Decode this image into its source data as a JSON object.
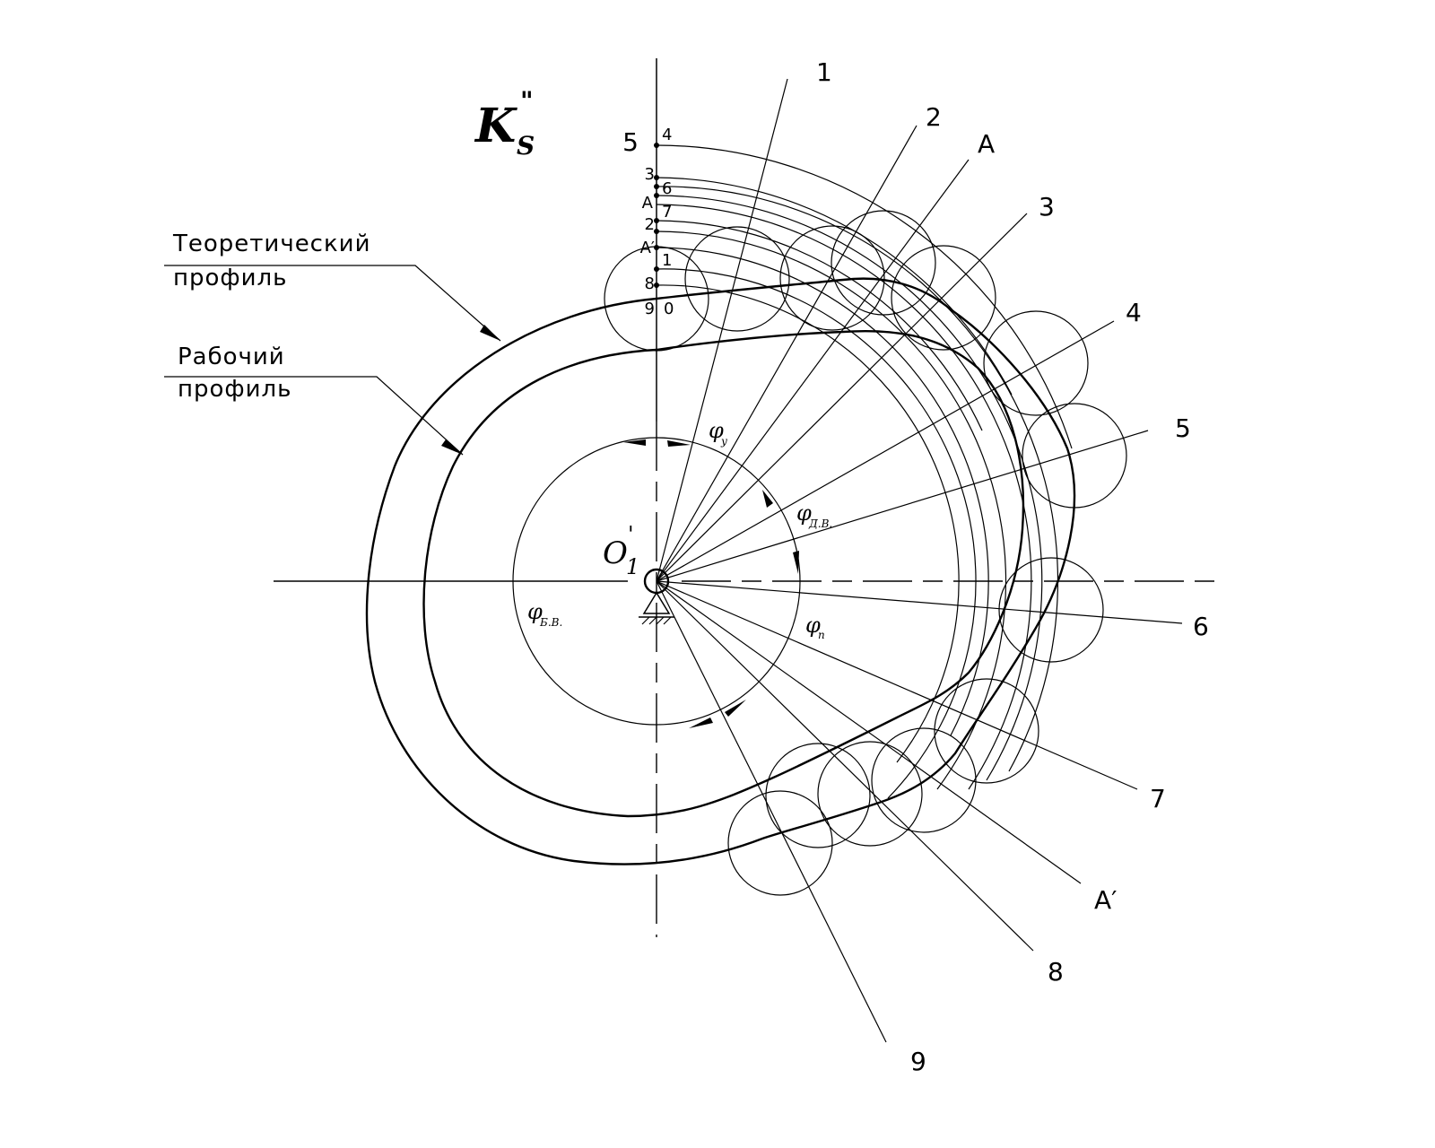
{
  "title": {
    "main": "K",
    "sub": "S",
    "prime": "\""
  },
  "center_label": {
    "main": "O",
    "sub": "1",
    "prime": "'"
  },
  "captions": {
    "theoretical": [
      "Теоретический",
      "профиль"
    ],
    "working": [
      "Рабочий",
      "профиль"
    ]
  },
  "angles": {
    "phi_y": {
      "symbol": "φ",
      "sub": "у"
    },
    "phi_dv": {
      "symbol": "φ",
      "sub": "Д.В."
    },
    "phi_p": {
      "symbol": "φ",
      "sub": "п"
    },
    "phi_bv": {
      "symbol": "φ",
      "sub": "Б.В."
    }
  },
  "ray_labels": [
    "1",
    "2",
    "A",
    "3",
    "4",
    "5",
    "6",
    "7",
    "A′",
    "8",
    "9"
  ],
  "axis_labels_left": [
    "5",
    "3",
    "A",
    "2",
    "A′",
    "8",
    "9"
  ],
  "axis_labels_right": [
    "4",
    "6",
    "7",
    "1",
    "0"
  ]
}
